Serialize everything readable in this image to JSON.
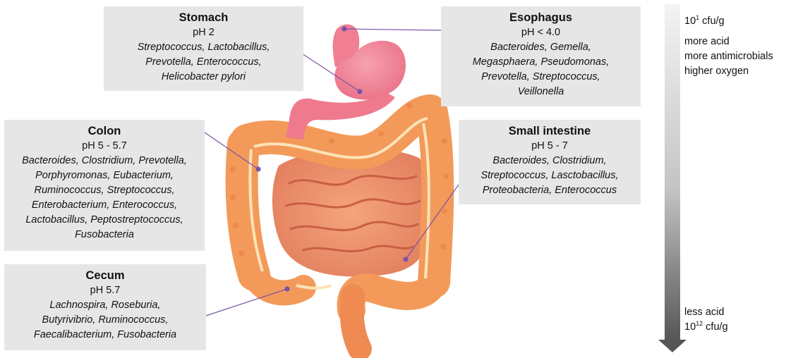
{
  "regions": {
    "stomach": {
      "title": "Stomach",
      "ph": "pH 2",
      "bacteria": "Streptococcus, Lactobacillus,\nPrevotella, Enterococcus,\nHelicobacter pylori"
    },
    "esophagus": {
      "title": "Esophagus",
      "ph": "pH < 4.0",
      "bacteria": "Bacteroides, Gemella,\nMegasphaera, Pseudomonas,\nPrevotella, Streptococcus,\nVeillonella"
    },
    "colon": {
      "title": "Colon",
      "ph": "pH 5 - 5.7",
      "bacteria": "Bacteroides, Clostridium, Prevotella,\nPorphyromonas, Eubacterium,\nRuminococcus, Streptococcus,\nEnterobacterium, Enterococcus,\nLactobacillus, Peptostreptococcus,\nFusobacteria"
    },
    "small_intestine": {
      "title": "Small intestine",
      "ph": "pH 5 - 7",
      "bacteria": "Bacteroides, Clostridium,\nStreptococcus, Lasctobacillus,\nProteobacteria, Enterococcus"
    },
    "cecum": {
      "title": "Cecum",
      "ph": "pH 5.7",
      "bacteria": "Lachnospira, Roseburia,\nButyrivibrio, Ruminococcus,\nFaecalibacterium, Fusobacteria"
    }
  },
  "gradient": {
    "top_base": "10",
    "top_exp": "1",
    "top_unit": " cfu/g",
    "top_line1": "more acid",
    "top_line2": "more antimicrobials",
    "top_line3": "higher oxygen",
    "bottom_line1": "less acid",
    "bottom_base": "10",
    "bottom_exp": "12",
    "bottom_unit": " cfu/g"
  },
  "colors": {
    "box_bg": "#e6e6e6",
    "leader_line": "#7b52a8",
    "stomach": "#f07f93",
    "intestine": "#f59a5a",
    "small_intestine": "#ea8a6a",
    "arrow_top": "#f2f2f2",
    "arrow_bottom": "#595959"
  }
}
